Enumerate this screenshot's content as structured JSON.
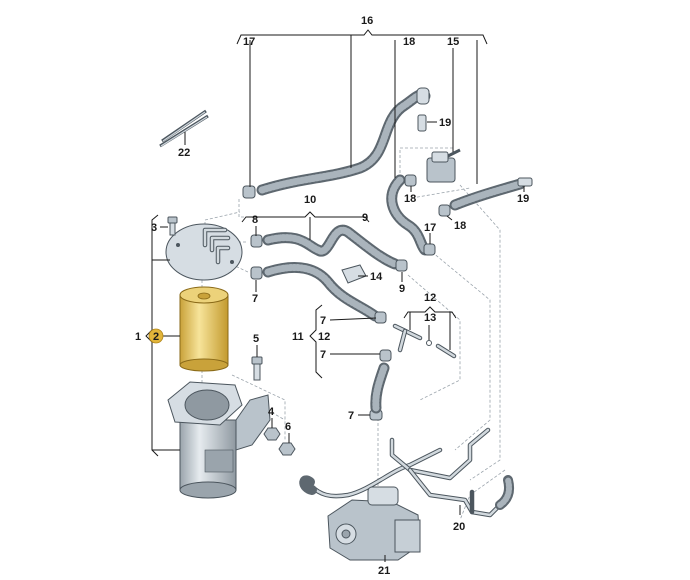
{
  "diagram": {
    "title": "Fuel filter and fuel line assembly (exploded parts view)",
    "colors": {
      "filter_element": "#e8c55a",
      "highlight_badge": "#e2b53a",
      "metal_parts": "#b9c3cb",
      "hose": "#5e6870",
      "line": "#1a1a1a"
    },
    "labels": {
      "l1": "1",
      "l2": "2",
      "l3": "3",
      "l4": "4",
      "l5": "5",
      "l6": "6",
      "l7a": "7",
      "l7b": "7",
      "l7c": "7",
      "l7d": "7",
      "l8": "8",
      "l9a": "9",
      "l9b": "9",
      "l10": "10",
      "l11": "11",
      "l12a": "12",
      "l12b": "12",
      "l13": "13",
      "l14": "14",
      "l15": "15",
      "l16": "16",
      "l17a": "17",
      "l17b": "17",
      "l18a": "18",
      "l18b": "18",
      "l18c": "18",
      "l19a": "19",
      "l19b": "19",
      "l20": "20",
      "l21": "21",
      "l22": "22"
    },
    "parts": [
      {
        "id": "1",
        "name": "fuel filter assembly"
      },
      {
        "id": "2",
        "name": "filter element",
        "highlighted": true
      },
      {
        "id": "3",
        "name": "bolt"
      },
      {
        "id": "4",
        "name": "nut"
      },
      {
        "id": "5",
        "name": "bolt"
      },
      {
        "id": "6",
        "name": "nut"
      },
      {
        "id": "7",
        "name": "hose clamp"
      },
      {
        "id": "8",
        "name": "hose clamp"
      },
      {
        "id": "9",
        "name": "hose clamp"
      },
      {
        "id": "10",
        "name": "fuel hose"
      },
      {
        "id": "11",
        "name": "fuel hose"
      },
      {
        "id": "12",
        "name": "T-connector"
      },
      {
        "id": "13",
        "name": "O-ring"
      },
      {
        "id": "14",
        "name": "hose holder"
      },
      {
        "id": "15",
        "name": "valve"
      },
      {
        "id": "16",
        "name": "fuel line"
      },
      {
        "id": "17",
        "name": "hose clamp"
      },
      {
        "id": "18",
        "name": "hose clamp"
      },
      {
        "id": "19",
        "name": "connector"
      },
      {
        "id": "20",
        "name": "fuel pipe"
      },
      {
        "id": "21",
        "name": "high pressure pump"
      },
      {
        "id": "22",
        "name": "cable ties"
      }
    ]
  }
}
